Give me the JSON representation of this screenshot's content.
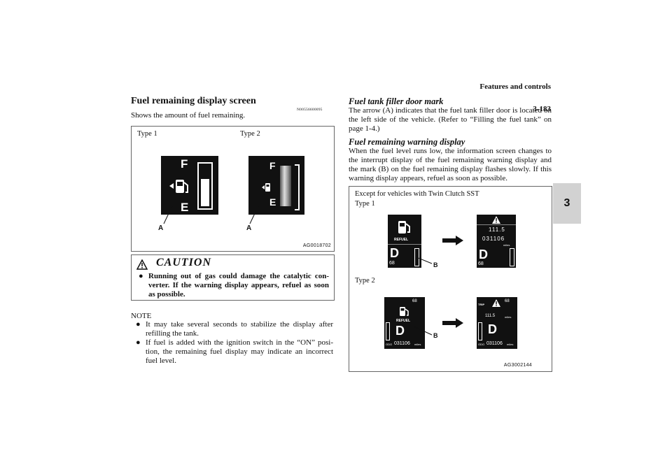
{
  "header": {
    "section_title": "Features and controls",
    "page_number": "3-183",
    "chapter_tab": "3"
  },
  "left": {
    "heading": "Fuel remaining display screen",
    "code": "N00556600095",
    "intro": "Shows the amount of fuel remaining.",
    "figure": {
      "type1_label": "Type 1",
      "type2_label": "Type 2",
      "callout_a1": "A",
      "callout_a2": "A",
      "ref_code": "AG0018702",
      "gauge_letters": {
        "full": "F",
        "empty": "E"
      }
    },
    "caution": {
      "title": "CAUTION",
      "text": "Running out of gas could damage the catalytic con­verter. If the warning display appears, refuel as soon as possible."
    },
    "note": {
      "title": "NOTE",
      "items": [
        "It may take several seconds to stabilize the display after refilling the tank.",
        "If fuel is added with the ignition switch in the “ON” posi­tion, the remaining fuel display may indicate an incorrect fuel level."
      ]
    }
  },
  "right": {
    "heading1": "Fuel tank filler door mark",
    "para1": "The arrow (A) indicates that the fuel tank filler door is located on the left side of the vehicle. (Refer to “Filling the fuel tank” on page 1-4.)",
    "heading2": "Fuel remaining warning display",
    "para2": "When the fuel level runs low, the information screen changes to the interrupt display of the fuel remaining warning display and the mark (B) on the fuel remaining display flashes slowly. If this warning display appears, refuel as soon as possible.",
    "figure": {
      "caption": "Except for vehicles with Twin Clutch SST",
      "type1_label": "Type 1",
      "type2_label": "Type 2",
      "callout_b1": "B",
      "callout_b2": "B",
      "ref_code": "AG3002144",
      "refuel": "REFUEL",
      "gear": "D",
      "temp": "68",
      "trip": "111.5",
      "odo": "031106",
      "unit_miles": "miles",
      "odo_label": "ODO",
      "trip_label": "TRIP"
    }
  }
}
